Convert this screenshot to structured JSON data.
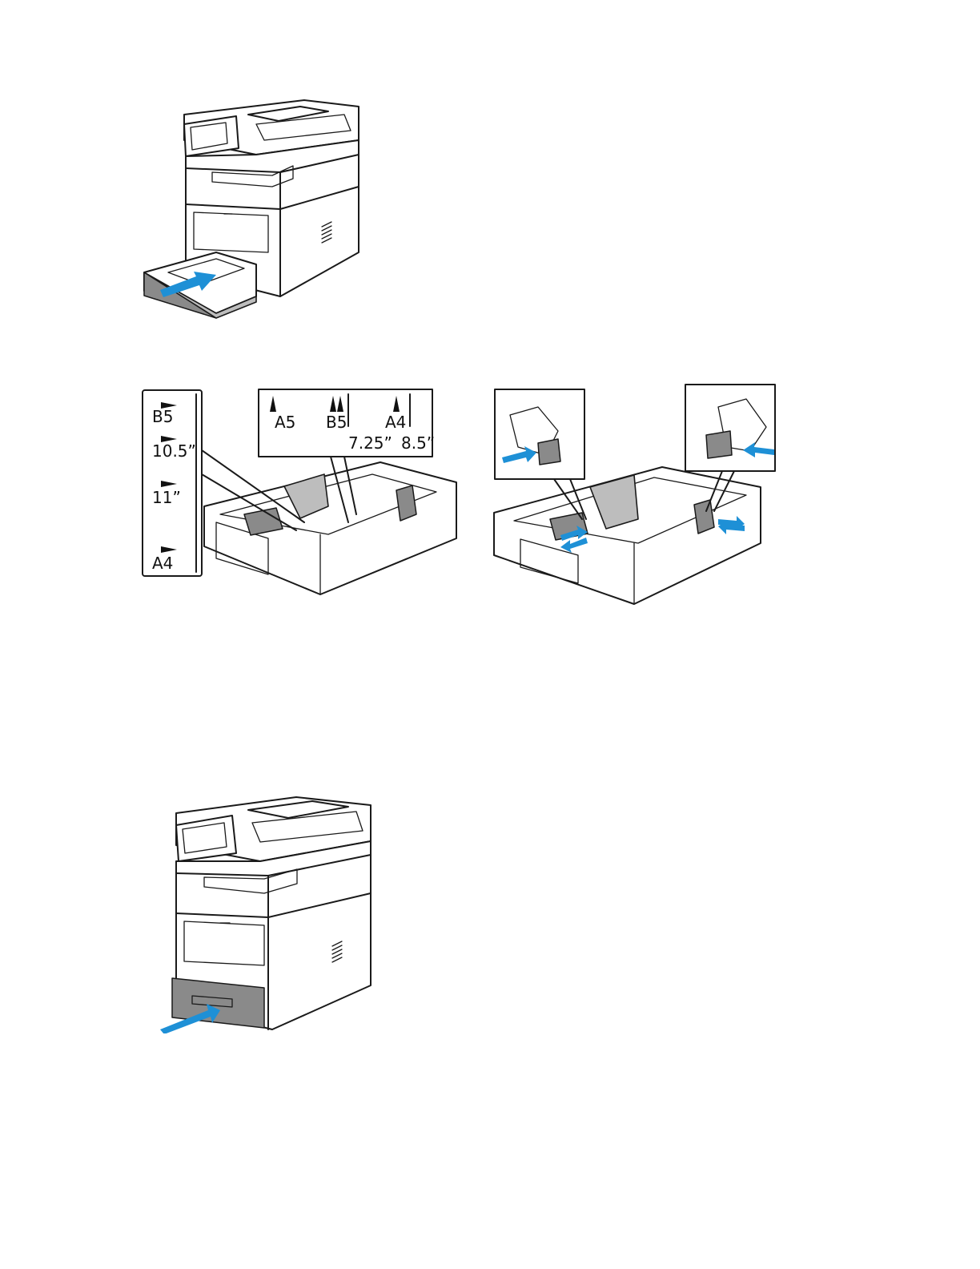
{
  "figures": {
    "remove_tray": {
      "alt_name": "printer-remove-tray"
    },
    "guide_scales": {
      "side_scale_labels": [
        "B5",
        "10.5”",
        "11”",
        "A4"
      ],
      "top_scale_labels": [
        "A5",
        "B5",
        "A4"
      ],
      "top_scale_inches": [
        "7.25”",
        "8.5”"
      ]
    },
    "adjust_guides": {
      "alt_name": "tray-adjust-guides"
    },
    "insert_tray": {
      "alt_name": "printer-insert-tray"
    }
  },
  "colors": {
    "arrow": "#1e90d6",
    "tray_gray": "#8a8a8a",
    "line": "#1a1a1a"
  }
}
